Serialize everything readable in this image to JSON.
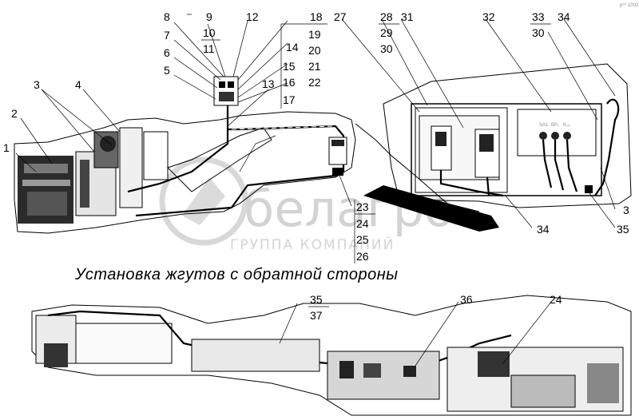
{
  "caption": "Установка жгутов с обратной стороны",
  "corner_mark": "р⁵⁰ 1002",
  "watermark": {
    "brand": "белагро",
    "subtitle": "ГРУППА КОМПАНИЙ"
  },
  "panel_labels": [
    "SA1",
    "BP₁",
    "K₁₅"
  ],
  "callouts": [
    {
      "n": "1"
    },
    {
      "n": "2"
    },
    {
      "n": "3"
    },
    {
      "n": "4"
    },
    {
      "n": "5"
    },
    {
      "n": "6"
    },
    {
      "n": "7"
    },
    {
      "n": "8"
    },
    {
      "n": "9"
    },
    {
      "n": "10"
    },
    {
      "n": "11"
    },
    {
      "n": "12"
    },
    {
      "n": "13"
    },
    {
      "n": "14"
    },
    {
      "n": "15"
    },
    {
      "n": "16"
    },
    {
      "n": "17"
    },
    {
      "n": "18"
    },
    {
      "n": "19"
    },
    {
      "n": "20"
    },
    {
      "n": "21"
    },
    {
      "n": "22"
    },
    {
      "n": "23"
    },
    {
      "n": "24"
    },
    {
      "n": "25"
    },
    {
      "n": "26"
    },
    {
      "n": "27"
    },
    {
      "n": "28"
    },
    {
      "n": "29"
    },
    {
      "n": "30"
    },
    {
      "n": "31"
    },
    {
      "n": "32"
    },
    {
      "n": "33"
    },
    {
      "n": "30"
    },
    {
      "n": "34"
    },
    {
      "n": "3"
    },
    {
      "n": "34"
    },
    {
      "n": "35"
    },
    {
      "n": "35"
    },
    {
      "n": "37"
    },
    {
      "n": "36"
    },
    {
      "n": "24"
    }
  ]
}
